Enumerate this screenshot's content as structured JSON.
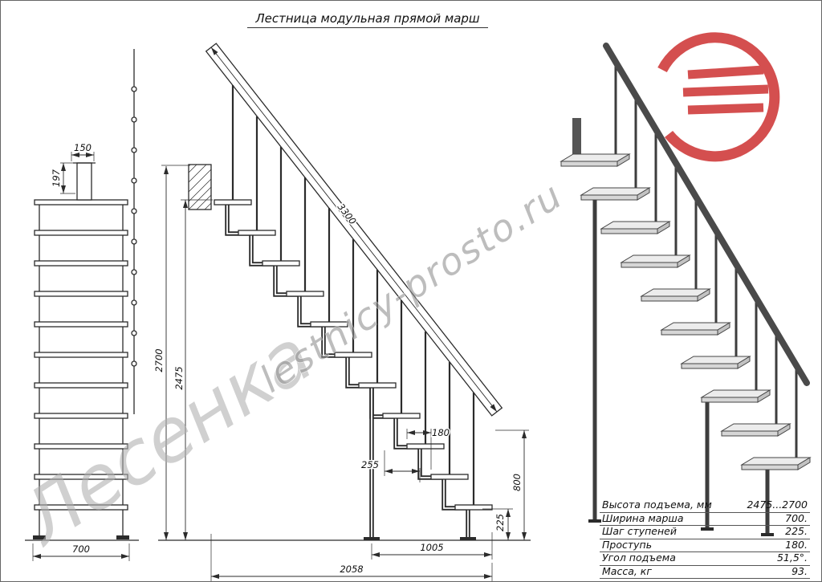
{
  "title": "Лестница модульная прямой марш",
  "watermarks": {
    "brand": "Лесенка",
    "site": "lestnicy-prosto.ru"
  },
  "front_view": {
    "dim_top_width": "150",
    "dim_top_height": "197",
    "dim_width": "700"
  },
  "side_view": {
    "dim_rail_length": "3300",
    "dim_total_height": "2700",
    "dim_clear_height": "2475",
    "dim_tread_depth": "180",
    "dim_module": "255",
    "dim_rail_end_height": "800",
    "dim_last_step_height": "225",
    "dim_support_span": "1005",
    "dim_total_run": "2058"
  },
  "spec_table": {
    "rows": [
      {
        "label": "Высота подъема, мм",
        "value": "2475...2700"
      },
      {
        "label": "Ширина марша",
        "value": "700."
      },
      {
        "label": "Шаг ступеней",
        "value": "225."
      },
      {
        "label": "Проступь",
        "value": "180."
      },
      {
        "label": "Угол подъема",
        "value": "51,5°."
      },
      {
        "label": "Масса, кг",
        "value": "93."
      }
    ]
  },
  "colors": {
    "line": "#2b2b2b",
    "logo_red": "#d03c3c",
    "watermark_gray": "#9a9a9a"
  }
}
